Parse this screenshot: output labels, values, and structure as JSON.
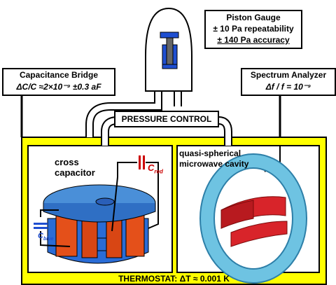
{
  "piston_gauge": {
    "title": "Piston Gauge",
    "line1": "± 10 Pa repeatability",
    "line2": "± 140 Pa accuracy"
  },
  "capacitance_bridge": {
    "title": "Capacitance Bridge",
    "spec": "ΔC/C ≈2×10⁻⁹ ±0.3 aF"
  },
  "spectrum_analyzer": {
    "title": "Spectrum Analyzer",
    "spec": "Δf / f = 10⁻⁹"
  },
  "pressure_control": "PRESSURE CONTROL",
  "cross_capacitor": {
    "line1": "cross",
    "line2": "capacitor"
  },
  "cavity": {
    "line1": "quasi-spherical",
    "line2": "microwave cavity"
  },
  "c_red": "C",
  "c_red_sub": "red",
  "c_blue": "C",
  "c_blue_sub": "blue",
  "thermostat": "THERMOSTAT: ΔT ≈ 0.001 K",
  "colors": {
    "thermostat": "#ffff00",
    "cavity_ring": "#5ab4d6",
    "capacitor_top": "#4a8fd8",
    "capacitor_body": "#e4501a",
    "ring_red": "#d8242a",
    "c_red_color": "#cc0000",
    "c_blue_color": "#1f4fd1"
  }
}
